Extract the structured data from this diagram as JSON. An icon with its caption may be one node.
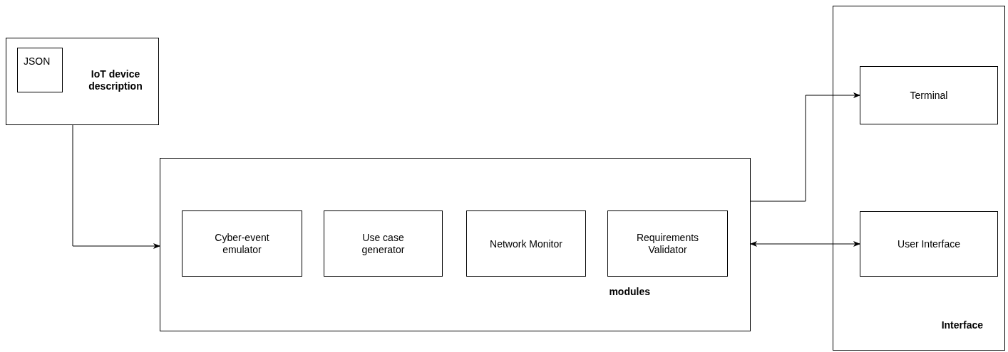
{
  "diagram": {
    "nodes": [
      {
        "text": [
          "IoT device description"
        ]
      },
      {
        "text": [
          "JSON"
        ],
        "in": 0
      },
      {
        "text": [
          "modules"
        ]
      },
      {
        "text": [
          "Cyber-event emulator"
        ],
        "in": 2
      },
      {
        "text": [
          "Use case generator"
        ],
        "in": 2
      },
      {
        "text": [
          "Network Monitor"
        ],
        "in": 2
      },
      {
        "text": [
          "Requirements Validator"
        ],
        "in": 2
      },
      {
        "text": [
          "Interface"
        ]
      },
      {
        "text": [
          "Terminal"
        ],
        "in": 7
      },
      {
        "text": [
          "User Interface"
        ],
        "in": 7
      }
    ],
    "edges": [
      {
        "from": 0,
        "to": 2,
        "arrow": "to"
      },
      {
        "from": 2,
        "to": 8,
        "arrow": "to"
      },
      {
        "from": 2,
        "to": 9,
        "arrow": "both"
      }
    ]
  }
}
